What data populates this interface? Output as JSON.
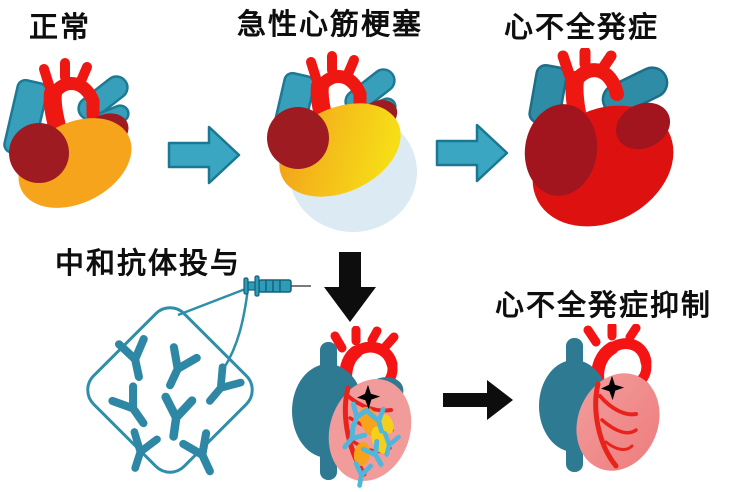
{
  "figure": {
    "stages": [
      {
        "id": "normal",
        "label": "正常"
      },
      {
        "id": "acute-mi",
        "label": "急性心筋梗塞"
      },
      {
        "id": "heart-failure-onset",
        "label": "心不全発症"
      },
      {
        "id": "antibody-administration",
        "label": "中和抗体投与"
      },
      {
        "id": "heart-failure-suppression",
        "label": "心不全発症抑制"
      }
    ],
    "icons": [
      "normal-heart-icon",
      "infarcted-heart-icon",
      "enlarged-heart-icon",
      "treated-heart-icon",
      "recovered-heart-icon",
      "right-arrow-icon",
      "down-arrow-icon",
      "speech-bubble",
      "antibody-icon",
      "syringe-icon",
      "infarct-star-icon"
    ],
    "colors": {
      "teal_arrow": "#3ba6c1",
      "teal_vessel": "#389fba",
      "dark_teal": "#2e7a93",
      "bubble_outline": "#2e8fa8",
      "antibody_teal": "#2f87a6",
      "antibody_light_blue": "#4fb6dc",
      "aorta_red": "#ee1711",
      "failure_red": "#de1111",
      "atrium_dark_red": "#9e1b22",
      "normal_orange": "#f6a41c",
      "infarct_yellow": "#f6de17",
      "glow_blue": "#dceaf3",
      "treated_pink": "#f29b9b",
      "artery_red": "#e8231b",
      "arrow_black": "#0d0d0d"
    }
  }
}
